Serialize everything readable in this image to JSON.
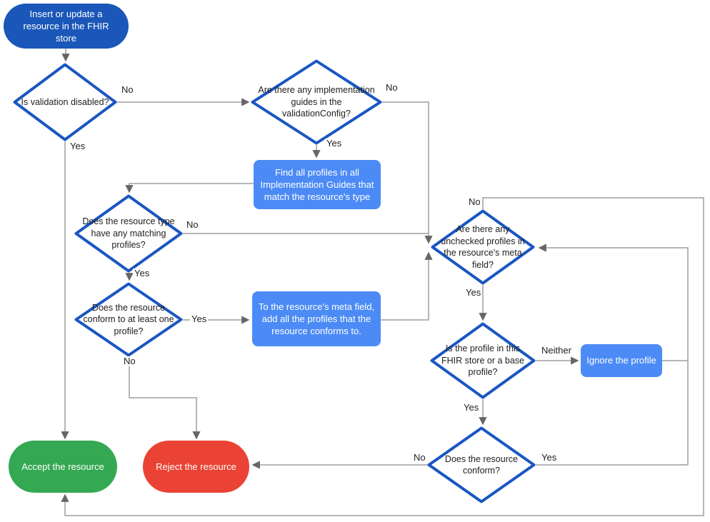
{
  "title": "FHIR store resource validation flowchart",
  "colors": {
    "blue_dark": "#1b57b8",
    "blue_border": "#1a56c2",
    "blue_process": "#4c8bf5",
    "green": "#34a853",
    "red": "#ea4335",
    "line_gray": "#9e9e9e",
    "arrow_gray": "#666666",
    "text_dark": "#212121"
  },
  "nodes": {
    "start": {
      "label": "Insert or update a resource in the FHIR store"
    },
    "d1": {
      "label": "Is validation disabled?"
    },
    "d2": {
      "label": "Are there any implementation guides in the validationConfig?"
    },
    "p1": {
      "label": "Find all profiles in all Implementation Guides that match the resource's type"
    },
    "d3": {
      "label": "Does the resource type have any matching profiles?"
    },
    "d4": {
      "label": "Does the resource conform to at least one profile?"
    },
    "p2": {
      "label": "To the resource's meta field, add all the profiles that the resource conforms to."
    },
    "d5": {
      "label": "Are there any unchecked profiles in the resource's meta field?"
    },
    "d6": {
      "label": "Is the profile in this FHIR store or a base profile?"
    },
    "p3": {
      "label": "Ignore the profile"
    },
    "d7": {
      "label": "Does the resource conform?"
    },
    "accept": {
      "label": "Accept the resource"
    },
    "reject": {
      "label": "Reject the resource"
    }
  },
  "edge_labels": {
    "d1_no": "No",
    "d1_yes": "Yes",
    "d2_no": "No",
    "d2_yes": "Yes",
    "d3_no": "No",
    "d3_yes": "Yes",
    "d4_yes": "Yes",
    "d4_no": "No",
    "d5_no": "No",
    "d5_yes": "Yes",
    "d6_neither": "Neither",
    "d6_yes": "Yes",
    "d7_no": "No",
    "d7_yes": "Yes"
  }
}
